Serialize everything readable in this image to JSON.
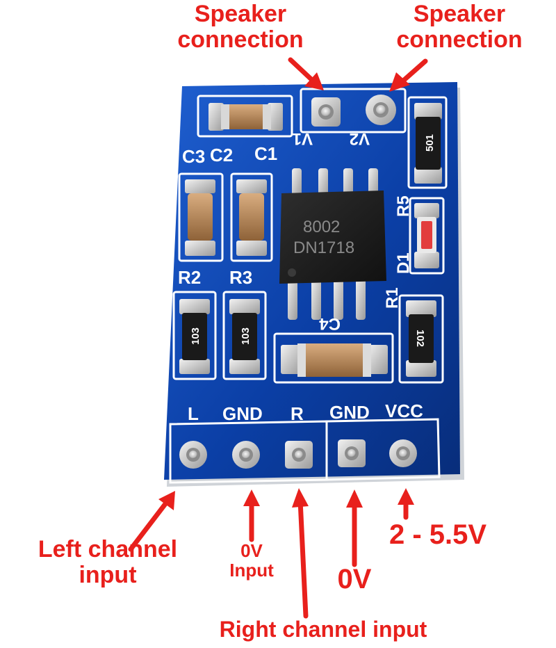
{
  "colors": {
    "annotation": "#e8201c",
    "pcb": "#0b3fa6",
    "silkscreen": "#ffffff",
    "chip": "#1b1b1b",
    "pad": "#c9c9c9",
    "capacitor": "#b8875a"
  },
  "callouts": {
    "speaker_left": [
      "Speaker",
      "connection"
    ],
    "speaker_right": [
      "Speaker",
      "connection"
    ],
    "left_input": [
      "Left channel",
      "input"
    ],
    "zero_v_input": [
      "0V",
      "Input"
    ],
    "right_input": "Right channel input",
    "zero_v": "0V",
    "supply": "2 - 5.5V"
  },
  "board": {
    "chip_marking": [
      "8002",
      "DN1718"
    ],
    "pin_labels": [
      "L",
      "GND",
      "R",
      "GND",
      "VCC"
    ],
    "speaker_pins": [
      "V1",
      "V2"
    ],
    "component_labels": {
      "c3": "C3",
      "c2": "C2",
      "c1": "C1",
      "c4": "C4",
      "r1": "R1",
      "r2": "R2",
      "r3": "R3",
      "r5": "R5",
      "d1": "D1"
    },
    "resistor_codes": {
      "r2": "103",
      "r3": "103",
      "r1": "102",
      "r5": "501"
    }
  }
}
